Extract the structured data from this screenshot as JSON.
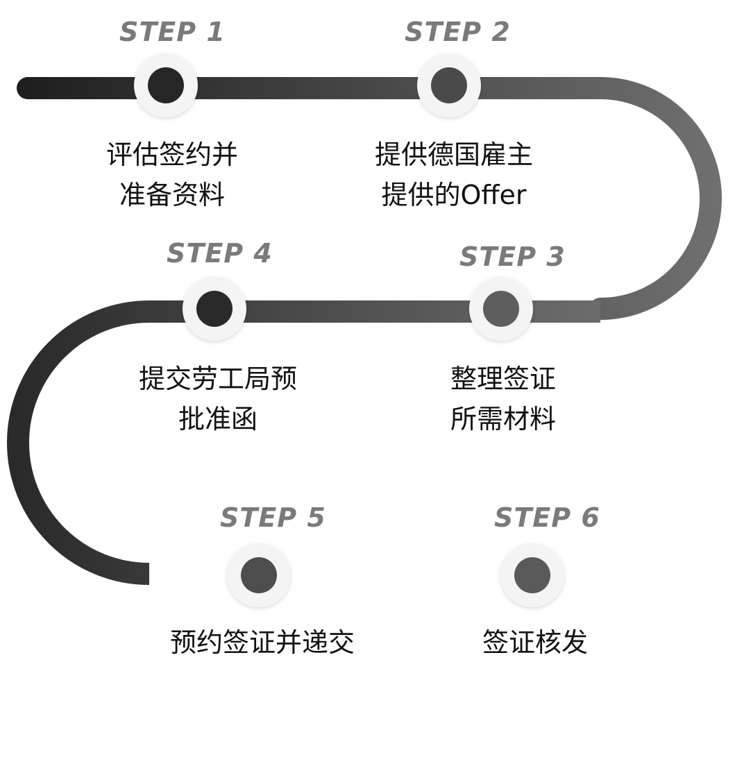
{
  "steps": [
    {
      "label": "STEP 1",
      "lines": [
        "评估签约并",
        "准备资料"
      ]
    },
    {
      "label": "STEP 2",
      "lines": [
        "提供德国雇主",
        "提供的Offer"
      ]
    },
    {
      "label": "STEP 3",
      "lines": [
        "整理签证",
        "所需材料"
      ]
    },
    {
      "label": "STEP 4",
      "lines": [
        "提交劳工局预",
        "批准函"
      ]
    },
    {
      "label": "STEP 5",
      "lines": [
        "预约签证并递交"
      ]
    },
    {
      "label": "STEP 6",
      "lines": [
        "签证核发"
      ]
    }
  ],
  "colors": {
    "path_start": "#1f1f1f",
    "path_end": "#7a7a7a",
    "label": "#7a7a7a",
    "text": "#111111",
    "ring": "#f4f4f4"
  }
}
